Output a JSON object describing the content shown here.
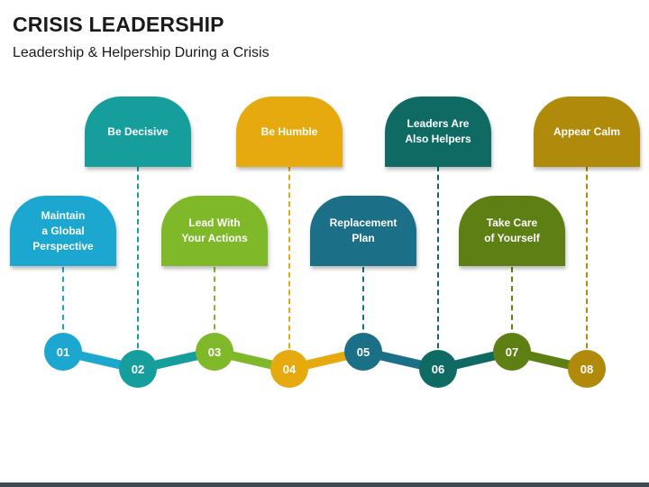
{
  "header": {
    "title": "CRISIS LEADERSHIP",
    "subtitle": "Leadership & Helpership During a Crisis"
  },
  "steps": [
    {
      "number": "01",
      "label": "Maintain\na Global\nPerspective",
      "color": "#1ba7cf"
    },
    {
      "number": "02",
      "label": "Be Decisive",
      "color": "#169e9c"
    },
    {
      "number": "03",
      "label": "Lead With\nYour Actions",
      "color": "#7fb828"
    },
    {
      "number": "04",
      "label": "Be Humble",
      "color": "#e7aa0e"
    },
    {
      "number": "05",
      "label": "Replacement\nPlan",
      "color": "#1b6f86"
    },
    {
      "number": "06",
      "label": "Leaders Are\nAlso Helpers",
      "color": "#0f6a64"
    },
    {
      "number": "07",
      "label": "Take Care\nof Yourself",
      "color": "#5e7f14"
    },
    {
      "number": "08",
      "label": "Appear Calm",
      "color": "#b08a0a"
    }
  ],
  "footer": {
    "color": "#3b4a55"
  }
}
